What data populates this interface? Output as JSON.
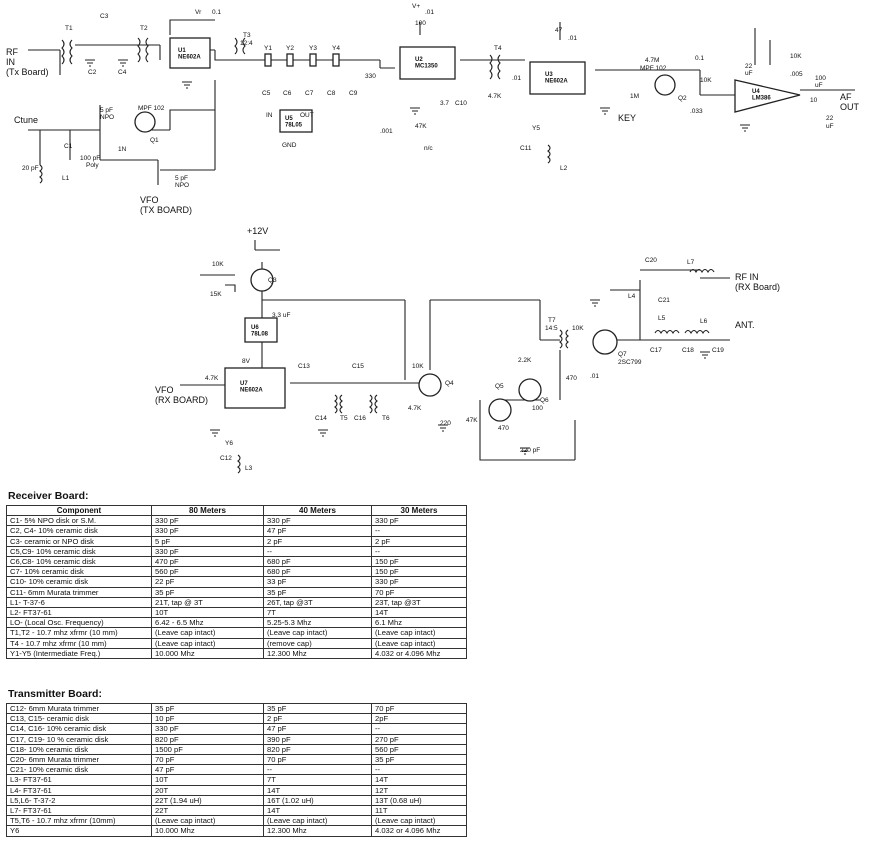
{
  "schematic": {
    "rf_in_tx": "RF\nIN\n(Tx Board)",
    "af_out": "AF\nOUT",
    "ctune": "Ctune",
    "key": "KEY",
    "vfo_tx": "VFO\n(TX BOARD)",
    "vfo_rx": "VFO\n(RX BOARD)",
    "rf_in_rx": "RF IN\n(RX Board)",
    "ant": "ANT.",
    "plus12v": "+12V",
    "chips": {
      "u1": "U1\nNE602A",
      "u2": "U2\nMC1350",
      "u3": "U3\nNE602A",
      "u4": "U4\nLM386",
      "u5": "U5\n78L05",
      "u6": "U6\n78L08",
      "u7": "U7\nNE602A"
    },
    "labels": [
      "T1",
      "C3",
      "T2",
      "C2",
      "C4",
      "Vr",
      "0.1",
      "T3",
      "12:4",
      "Y1",
      "Y2",
      "Y3",
      "Y4",
      "C5",
      "C6",
      "C7",
      "C8",
      "C9",
      "V+",
      ".01",
      "100",
      "330",
      ".001",
      "47K",
      "n/c",
      "3.7",
      "C10",
      "T4",
      "4.7K",
      "47",
      ".01",
      ".01",
      "Y5",
      "C11",
      "L2",
      "4.7M",
      "MPF 102",
      "1M",
      "Q2",
      ".033",
      "10K",
      "22",
      "uF",
      "10K",
      ".005",
      "100",
      "uF",
      "10",
      "22",
      "uF",
      "0.1",
      "5 pF",
      "NPO",
      "MPF 102",
      "Q1",
      "1N",
      "100 pF",
      "Poly",
      "C1",
      "L1",
      "20 pF",
      "5 pF",
      "NPO",
      "IN",
      "OUT",
      "GND",
      "10K",
      "15K",
      "Q3",
      "3.3 uF",
      "8V",
      "4.7K",
      "C13",
      "C15",
      "C14",
      "T5",
      "C16",
      "T6",
      "Q4",
      "10K",
      "4.7K",
      "220",
      "Q5",
      "47K",
      "470",
      "Q6",
      "100",
      "220 pF",
      "Y6",
      "C12",
      "L3",
      "T7",
      "14:5",
      "2.2K",
      "10K",
      "470",
      ".01",
      "Q7",
      "2SC799",
      "C20",
      "L7",
      "C21",
      "L4",
      "L5",
      "L6",
      "C17",
      "C18",
      "C19"
    ]
  },
  "receiver": {
    "title": "Receiver Board:",
    "headers": [
      "Component",
      "80 Meters",
      "40 Meters",
      "30 Meters"
    ],
    "rows": [
      [
        "C1-    5% NPO  disk or S.M.",
        "330 pF",
        "330 pF",
        "330 pF"
      ],
      [
        "C2, C4- 10% ceramic disk",
        "330 pF",
        "47 pF",
        "--"
      ],
      [
        "C3-      ceramic or NPO disk",
        "5 pF",
        "2 pF",
        "2 pF"
      ],
      [
        "C5,C9-  10% ceramic disk",
        "330 pF",
        "--",
        "--"
      ],
      [
        "C6,C8-  10% ceramic disk",
        "470 pF",
        "680 pF",
        "150 pF"
      ],
      [
        "C7-       10% ceramic disk",
        "560 pF",
        "680 pF",
        "150 pF"
      ],
      [
        "C10-     10% ceramic disk",
        "22 pF",
        "33 pF",
        "330 pF"
      ],
      [
        "C11-    6mm Murata trimmer",
        "35 pF",
        "35 pF",
        "70 pF"
      ],
      [
        "L1-      T-37-6",
        "21T, tap @ 3T",
        "26T, tap @3T",
        "23T, tap @3T"
      ],
      [
        "L2-      FT37-61",
        "10T",
        "7T",
        "14T"
      ],
      [
        "LO-      (Local Osc. Frequency)",
        "6.42 - 6.5  Mhz",
        "5.25-5.3 Mhz",
        "6.1  Mhz"
      ],
      [
        "T1,T2 - 10.7  mhz xfrmr (10 mm)",
        "(Leave cap intact)",
        "(Leave cap intact)",
        "(Leave cap intact)"
      ],
      [
        "T4 -     10.7  mhz xfrmr (10 mm)",
        "(Leave cap intact)",
        "(remove cap)",
        "(Leave cap intact)"
      ],
      [
        "Y1-Y5   (Intermediate Freq.)",
        "10.000 Mhz",
        "12.300 Mhz",
        "4.032 or 4.096 Mhz"
      ]
    ]
  },
  "transmitter": {
    "title": "Transmitter Board:",
    "rows": [
      [
        "C12-    6mm Murata trimmer",
        "35 pF",
        "35 pF",
        "70 pF"
      ],
      [
        "C13, C15- ceramic disk",
        "10 pF",
        "2 pF",
        "2pF"
      ],
      [
        "C14, C16- 10% ceramic disk",
        "330 pF",
        "47 pF",
        "--"
      ],
      [
        "C17, C19- 10 % ceramic disk",
        "820 pF",
        "390 pF",
        "270 pF"
      ],
      [
        "C18- 10% ceramic disk",
        "1500 pF",
        "820 pF",
        "560 pF"
      ],
      [
        "C20- 6mm Murata trimmer",
        "70 pF",
        "70 pF",
        "35 pF"
      ],
      [
        "C21- 10% ceramic disk",
        "47 pF",
        "--",
        "--"
      ],
      [
        "L3-    FT37-61",
        "10T",
        "7T",
        "14T"
      ],
      [
        "L4-    FT37-61",
        "20T",
        "14T",
        "12T"
      ],
      [
        "L5,L6-  T-37-2",
        "22T (1.94 uH)",
        "16T (1.02 uH)",
        "13T (0.68 uH)"
      ],
      [
        "L7-    FT37-61",
        "22T",
        "14T",
        "11T"
      ],
      [
        "T5,T6 - 10.7  mhz xfrmr (10mm)",
        "(Leave cap intact)",
        "(Leave cap intact)",
        "(Leave cap intact)"
      ],
      [
        "Y6",
        "10.000 Mhz",
        "12.300 Mhz",
        "4.032 or 4.096 Mhz"
      ]
    ]
  }
}
